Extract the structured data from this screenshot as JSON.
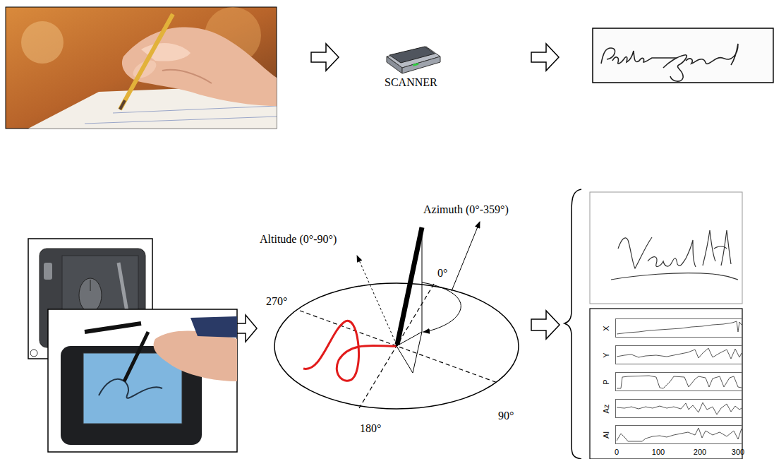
{
  "diagram": {
    "nodes": [
      {
        "text": [
          "X"
        ]
      },
      {
        "text": [
          "Y"
        ]
      },
      {
        "text": [
          "P"
        ]
      },
      {
        "text": [
          "Az"
        ]
      },
      {
        "text": [
          "Al"
        ]
      }
    ],
    "labels": [
      "SCANNER",
      "Altitude (0°-90°)",
      "Azimuth (0°-359°)",
      "0°",
      "270°",
      "90°",
      "180°",
      "0",
      "100",
      "200",
      "300"
    ]
  }
}
